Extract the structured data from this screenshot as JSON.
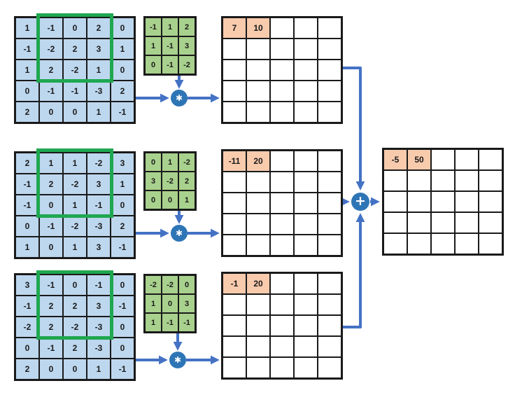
{
  "colors": {
    "input_cell": "#BDD7EE",
    "kernel_cell": "#A9D18E",
    "result_cell": "#F8CBAD",
    "highlight_border": "#1FA750",
    "arrow": "#4472C4",
    "operator_circle": "#2E75B6",
    "grid_line": "#1A1A1A"
  },
  "operators": {
    "convolution_symbol": "✱",
    "addition_symbol": "+"
  },
  "channels": [
    {
      "input": [
        [
          1,
          -1,
          0,
          2,
          0
        ],
        [
          -1,
          -2,
          2,
          3,
          1
        ],
        [
          1,
          2,
          -2,
          1,
          0
        ],
        [
          0,
          -1,
          -1,
          -3,
          2
        ],
        [
          2,
          0,
          0,
          1,
          -1
        ]
      ],
      "kernel": [
        [
          -1,
          1,
          2
        ],
        [
          1,
          -1,
          3
        ],
        [
          0,
          -1,
          -2
        ]
      ],
      "feature_map": [
        [
          7,
          10,
          "",
          "",
          ""
        ],
        [
          "",
          "",
          "",
          "",
          ""
        ],
        [
          "",
          "",
          "",
          "",
          ""
        ],
        [
          "",
          "",
          "",
          "",
          ""
        ],
        [
          "",
          "",
          "",
          "",
          ""
        ]
      ]
    },
    {
      "input": [
        [
          2,
          1,
          1,
          -2,
          3
        ],
        [
          -1,
          2,
          -2,
          3,
          1
        ],
        [
          -1,
          0,
          1,
          -1,
          0
        ],
        [
          0,
          -1,
          -2,
          -3,
          2
        ],
        [
          1,
          0,
          1,
          3,
          -1
        ]
      ],
      "kernel": [
        [
          0,
          1,
          -2
        ],
        [
          3,
          -2,
          2
        ],
        [
          0,
          0,
          1
        ]
      ],
      "feature_map": [
        [
          -11,
          20,
          "",
          "",
          ""
        ],
        [
          "",
          "",
          "",
          "",
          ""
        ],
        [
          "",
          "",
          "",
          "",
          ""
        ],
        [
          "",
          "",
          "",
          "",
          ""
        ],
        [
          "",
          "",
          "",
          "",
          ""
        ]
      ]
    },
    {
      "input": [
        [
          3,
          -1,
          0,
          -1,
          0
        ],
        [
          -1,
          2,
          2,
          3,
          -1
        ],
        [
          -2,
          2,
          -2,
          -3,
          0
        ],
        [
          0,
          -1,
          2,
          -3,
          0
        ],
        [
          2,
          0,
          0,
          1,
          -1
        ]
      ],
      "kernel": [
        [
          -2,
          -2,
          0
        ],
        [
          1,
          0,
          3
        ],
        [
          1,
          -1,
          -1
        ]
      ],
      "feature_map": [
        [
          -1,
          20,
          "",
          "",
          ""
        ],
        [
          "",
          "",
          "",
          "",
          ""
        ],
        [
          "",
          "",
          "",
          "",
          ""
        ],
        [
          "",
          "",
          "",
          "",
          ""
        ],
        [
          "",
          "",
          "",
          "",
          ""
        ]
      ]
    }
  ],
  "final_feature_map": [
    [
      -5,
      50,
      "",
      "",
      ""
    ],
    [
      "",
      "",
      "",
      "",
      ""
    ],
    [
      "",
      "",
      "",
      "",
      ""
    ],
    [
      "",
      "",
      "",
      "",
      ""
    ],
    [
      "",
      "",
      "",
      "",
      ""
    ]
  ]
}
